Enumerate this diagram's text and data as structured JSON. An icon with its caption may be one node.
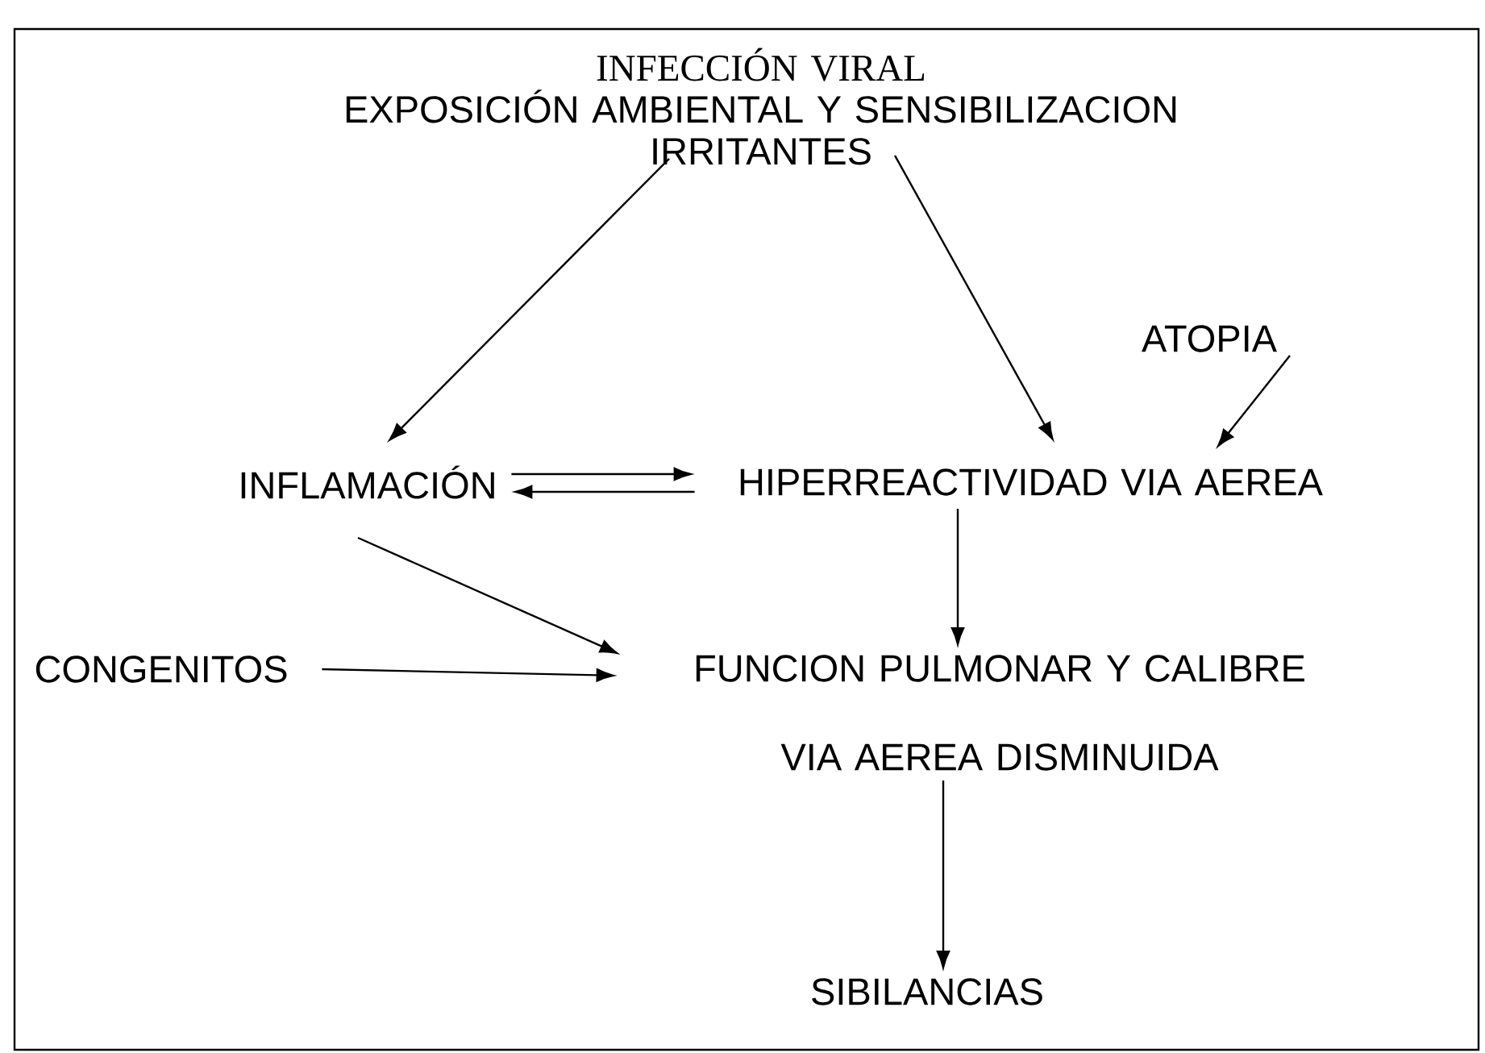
{
  "diagram": {
    "nodes": [
      {
        "text": [
          "INFECCIÓN VIRAL",
          "EXPOSICIÓN AMBIENTAL Y SENSIBILIZACION",
          "IRRITANTES"
        ]
      },
      {
        "text": [
          "INFLAMACIÓN"
        ]
      },
      {
        "text": [
          "HIPERREACTIVIDAD VIA AEREA"
        ]
      },
      {
        "text": [
          "ATOPIA"
        ]
      },
      {
        "text": [
          "CONGENITOS"
        ]
      },
      {
        "text": [
          "FUNCION PULMONAR Y CALIBRE VIA AEREA DISMINUIDA"
        ]
      },
      {
        "text": [
          "SIBILANCIAS"
        ]
      }
    ],
    "edges": [
      {
        "from": 0,
        "to": 1,
        "arrow": "to"
      },
      {
        "from": 0,
        "to": 2,
        "arrow": "to"
      },
      {
        "from": 3,
        "to": 2,
        "arrow": "to"
      },
      {
        "from": 1,
        "to": 2,
        "arrow": "to"
      },
      {
        "from": 2,
        "to": 1,
        "arrow": "to"
      },
      {
        "from": 1,
        "to": 5,
        "arrow": "to"
      },
      {
        "from": 4,
        "to": 5,
        "arrow": "to"
      },
      {
        "from": 2,
        "to": 5,
        "arrow": "to"
      },
      {
        "from": 5,
        "to": 6,
        "arrow": "to"
      }
    ]
  }
}
